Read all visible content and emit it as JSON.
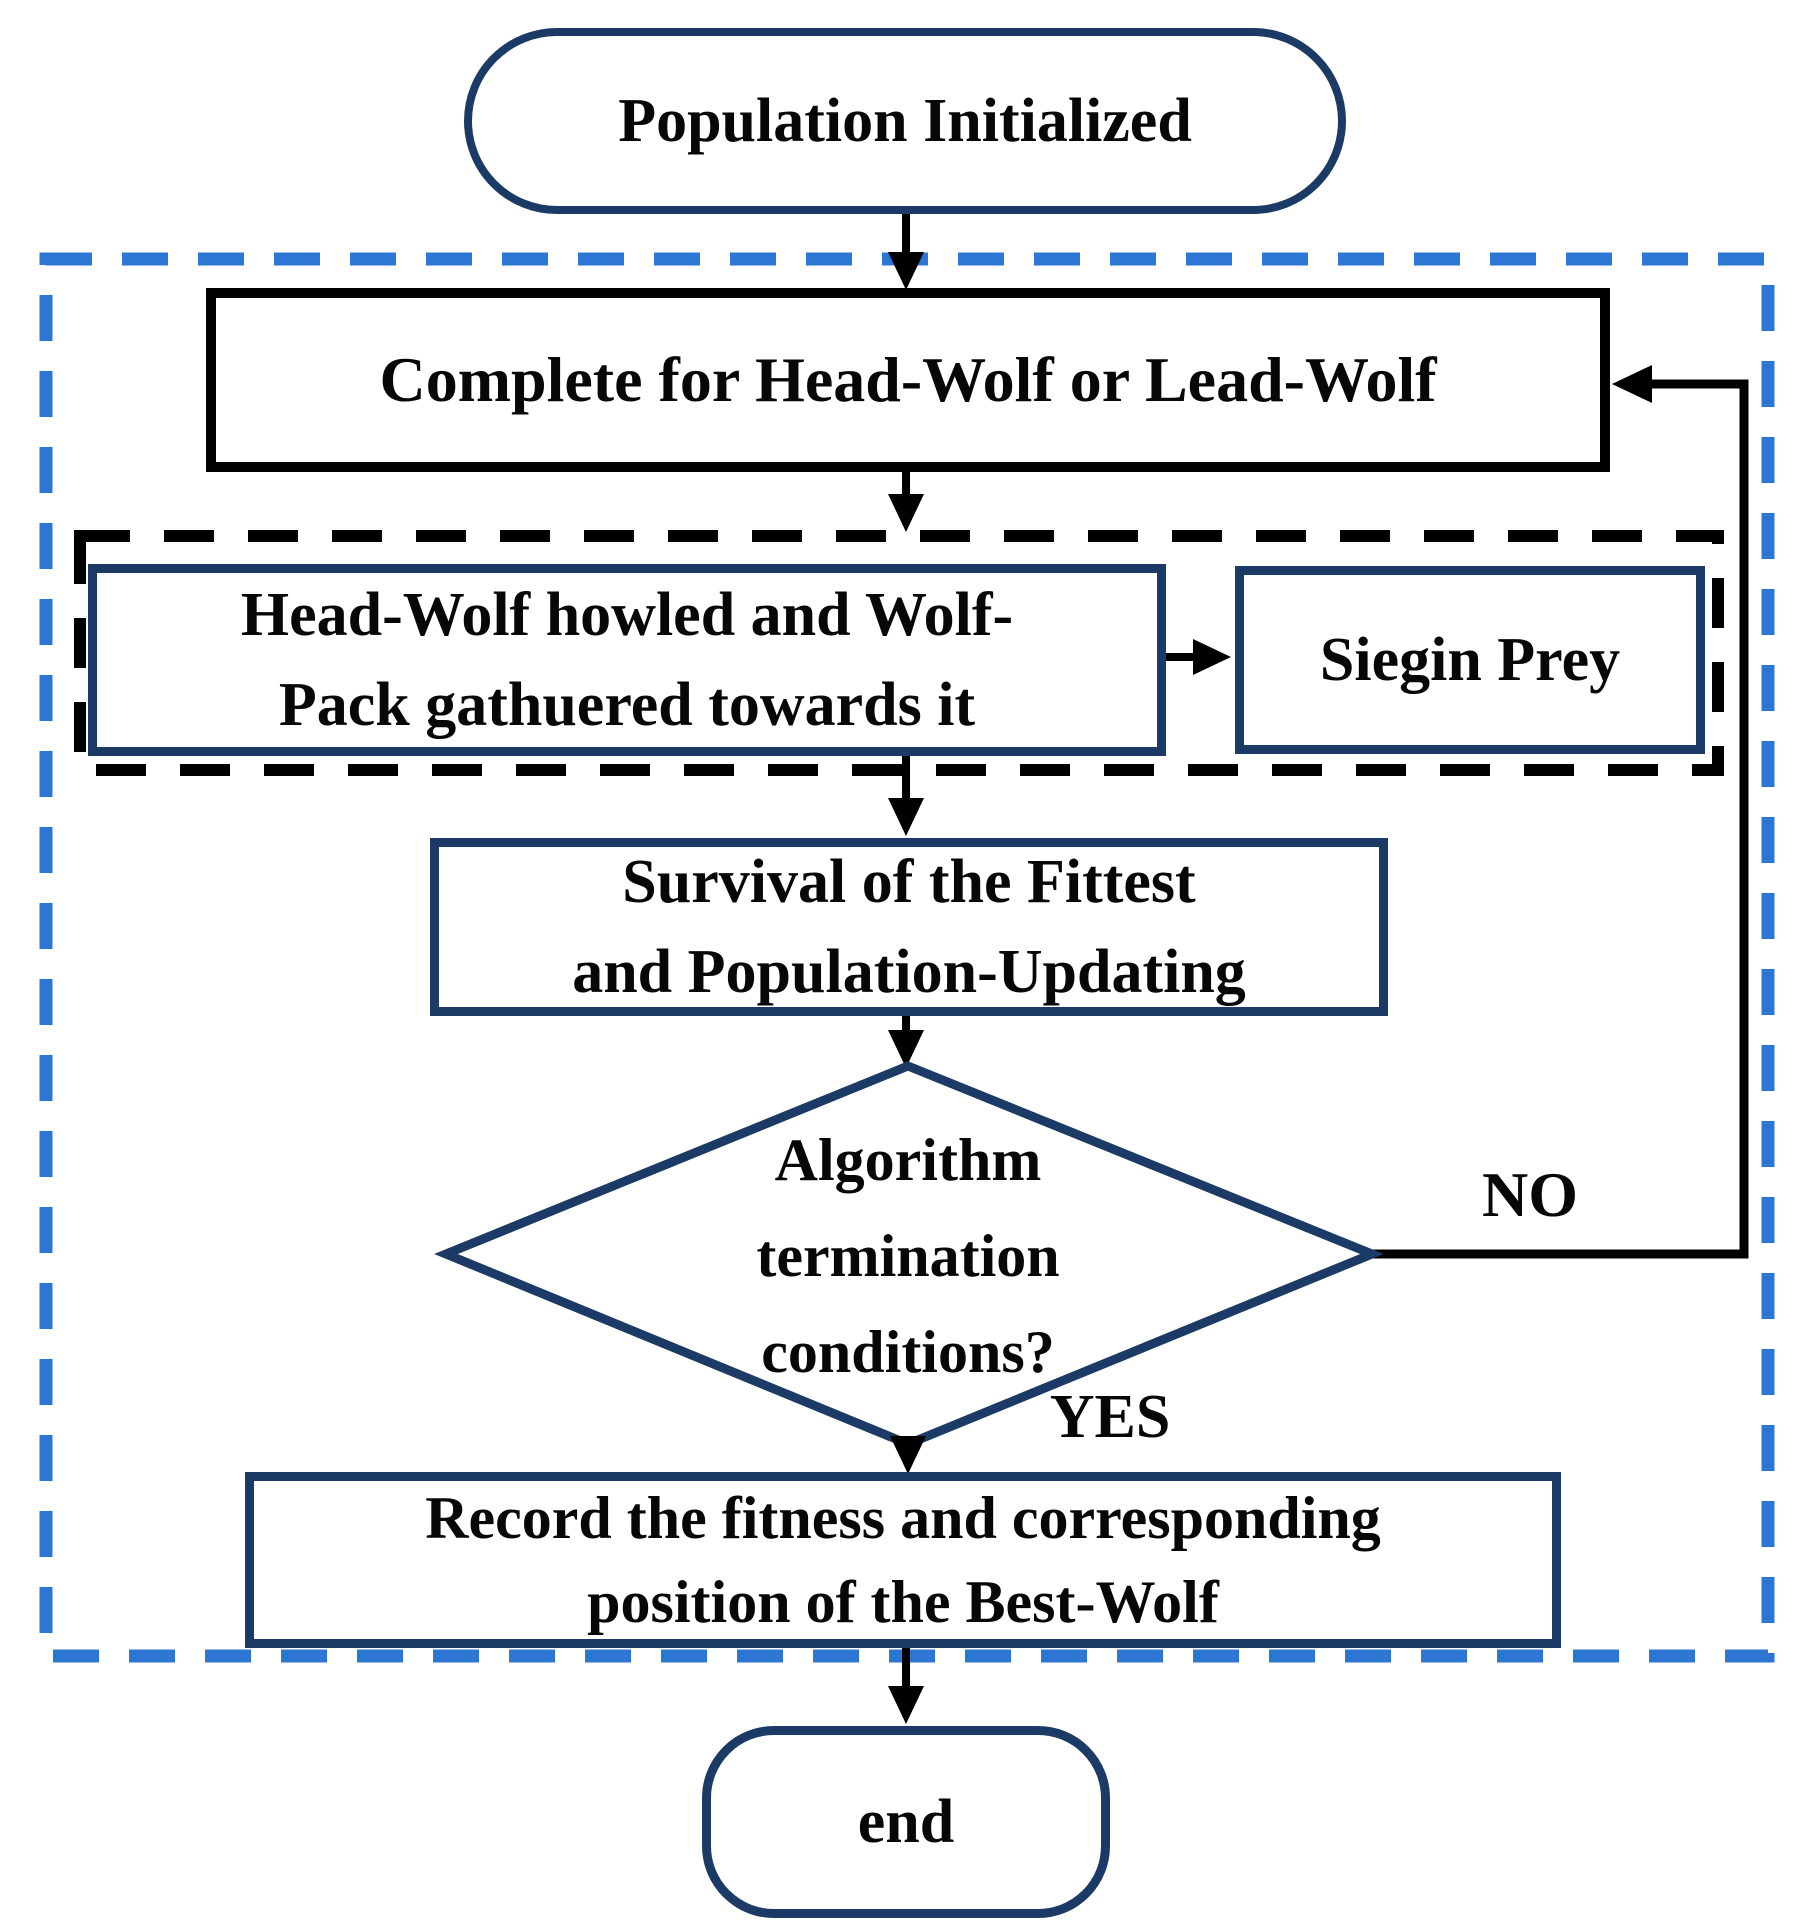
{
  "colors": {
    "navy_border": "#1c3a66",
    "outer_dash_blue": "#2e76d4",
    "inner_dash_black": "#000000",
    "text": "#070707"
  },
  "nodes": {
    "start": {
      "label": "Population Initialized"
    },
    "complete": {
      "label": "Complete for Head-Wolf or Lead-Wolf"
    },
    "howl": {
      "line1": "Head-Wolf howled and Wolf-",
      "line2": "Pack gathuered towards it"
    },
    "siege": {
      "label": "Siegin Prey"
    },
    "survival": {
      "line1": "Survival of the Fittest",
      "line2": "and Population-Updating"
    },
    "decision": {
      "line1": "Algorithm",
      "line2": "termination",
      "line3": "conditions?"
    },
    "record": {
      "line1": "Record the fitness and corresponding",
      "line2": "position of the Best-Wolf"
    },
    "end": {
      "label": "end"
    }
  },
  "edges": {
    "no": "NO",
    "yes": "YES"
  }
}
